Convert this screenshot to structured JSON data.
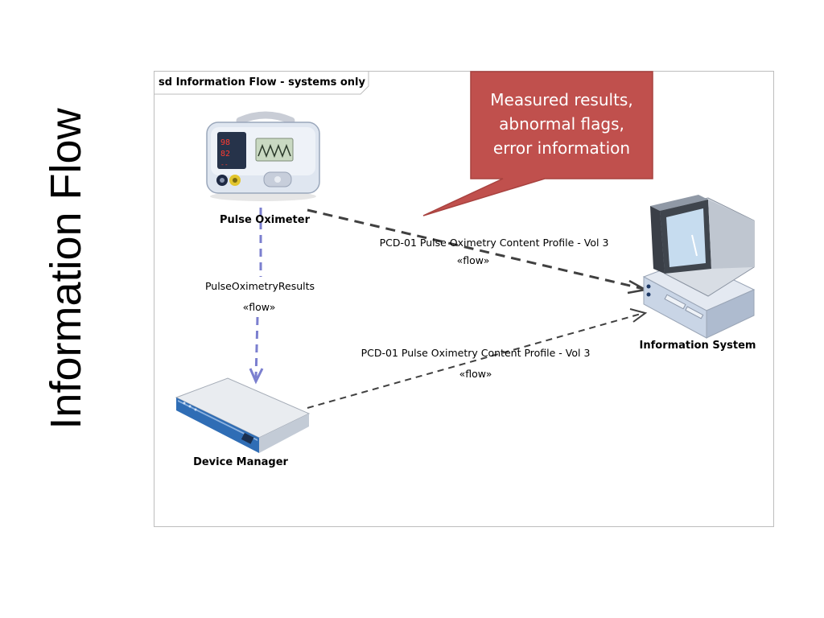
{
  "slide": {
    "title": "Information Flow"
  },
  "diagram": {
    "frame_label": "sd Information Flow - systems only",
    "callout": {
      "lines": [
        "Measured results,",
        "abnormal flags,",
        "error information"
      ],
      "fill": "#c0504d"
    },
    "nodes": {
      "pulse_oximeter": "Pulse Oximeter",
      "device_manager": "Device Manager",
      "information_system": "Information System"
    },
    "flows": {
      "oximeter_to_manager": {
        "name": "PulseOximetryResults",
        "stereotype": "«flow»",
        "color": "#7b7fcf"
      },
      "oximeter_to_system": {
        "name": "PCD-01 Pulse Oximetry Content Profile - Vol 3",
        "stereotype": "«flow»",
        "color": "#404040"
      },
      "manager_to_system": {
        "name": "PCD-01 Pulse Oximetry Content Profile - Vol 3",
        "stereotype": "«flow»",
        "color": "#404040"
      }
    }
  }
}
